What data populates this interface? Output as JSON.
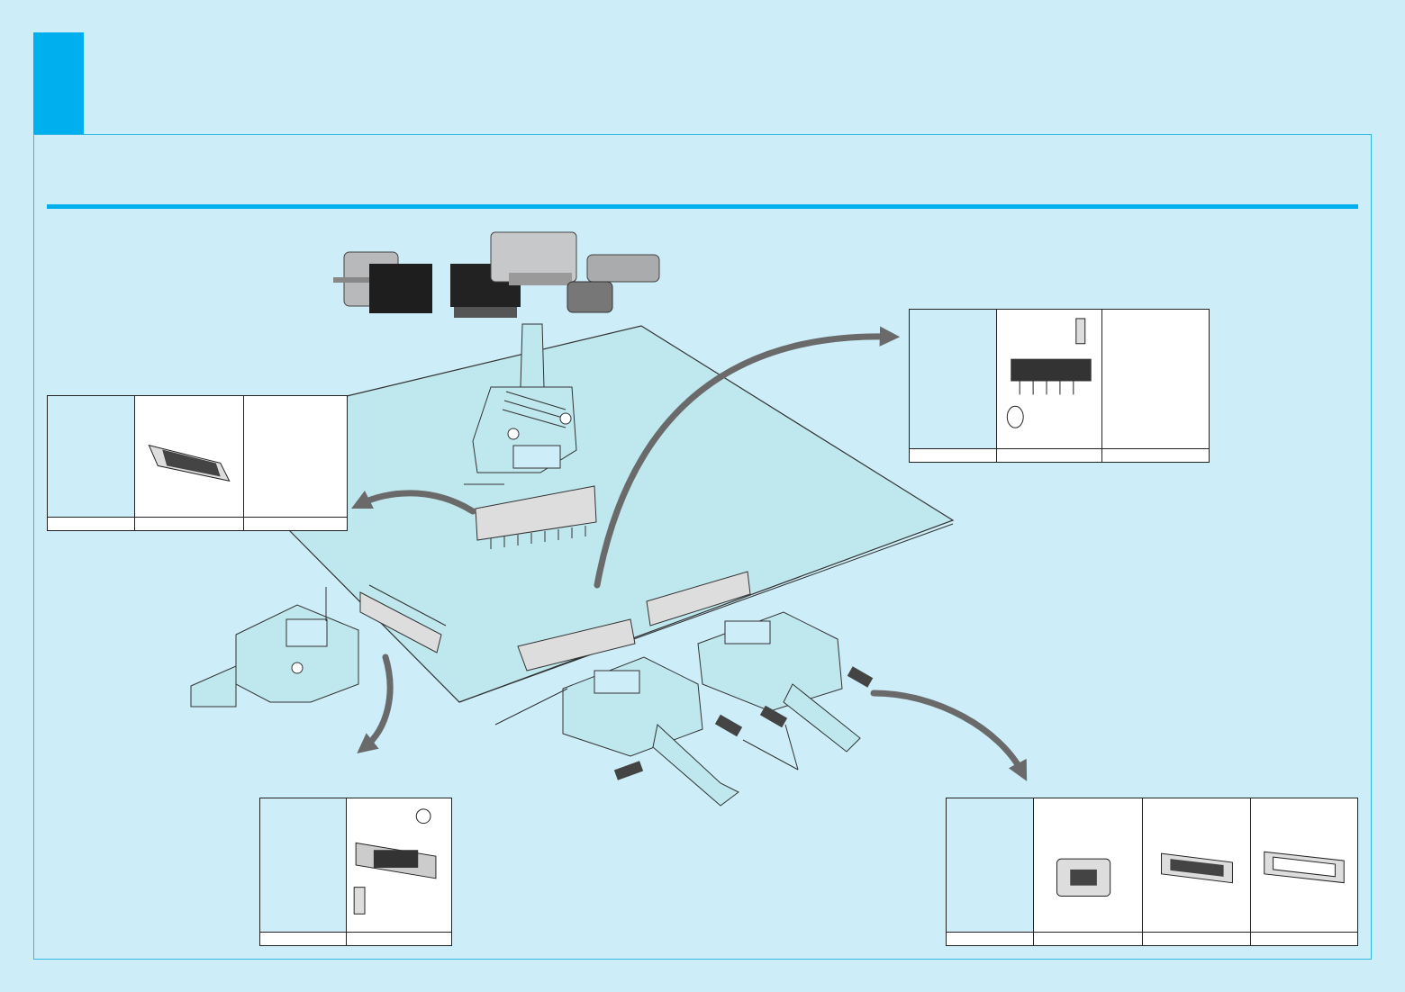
{
  "colors": {
    "accent": "#00b0ee",
    "background": "#cdeef8",
    "board": "#bfe7ee",
    "arrow": "#6a6a6a"
  },
  "tables": [
    {
      "name": "table-top-left",
      "cells": [
        "d-sub-straight-connector-icon",
        "board-mount-connector-with-screw-icon"
      ]
    },
    {
      "name": "table-top-right",
      "cells": [
        "right-angle-connector-with-hardware-icon",
        "right-angle-connector-icon"
      ]
    },
    {
      "name": "table-bottom-center",
      "cells": [
        "panel-mount-connector-with-hardware-icon"
      ]
    },
    {
      "name": "table-bottom-right",
      "cells": [
        "hood-connector-icon",
        "d-sub-plug-icon",
        "d-sub-receptacle-icon"
      ]
    }
  ]
}
